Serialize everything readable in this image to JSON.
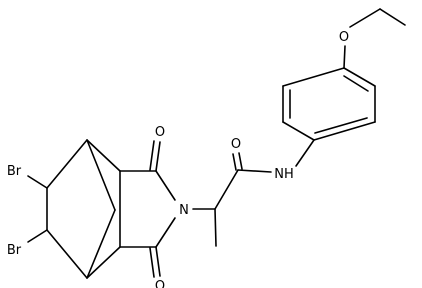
{
  "atoms": {
    "br_top": "Br",
    "br_bottom": "Br",
    "o_ether": "O",
    "o_imide_top": "O",
    "o_imide_bottom": "O",
    "o_amide": "O",
    "n_imide": "N",
    "nh_amide": "NH"
  },
  "colors": {
    "bond": "#000000",
    "label": "#000000",
    "background": "#ffffff"
  }
}
